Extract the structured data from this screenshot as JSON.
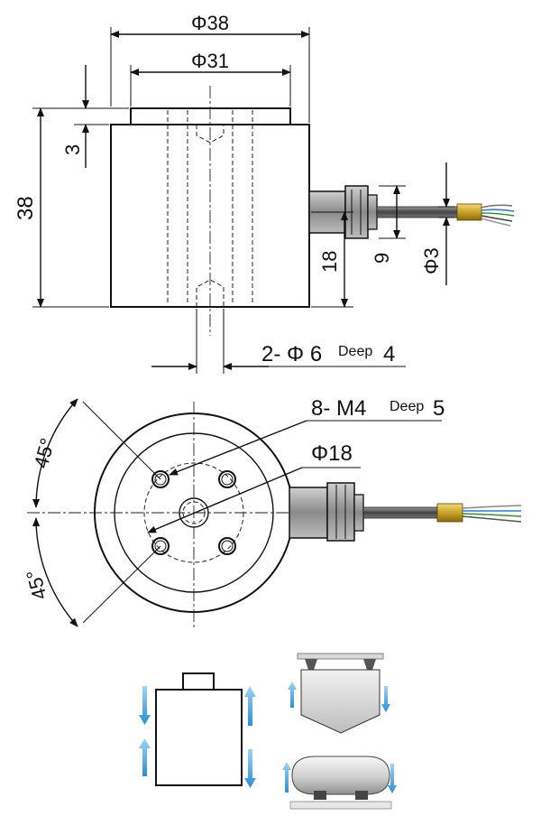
{
  "side_view": {
    "outer_diameter": "Φ38",
    "top_diameter": "Φ31",
    "top_step": "3",
    "height": "38",
    "connector_height": "18",
    "gland_size": "9",
    "cable_diameter": "Φ3",
    "bottom_hole_prefix": "2- Φ 6",
    "bottom_hole_deep": "Deep",
    "bottom_hole_depth": "4"
  },
  "top_view": {
    "thread_prefix": "8- M4",
    "thread_deep": "Deep",
    "thread_depth": "5",
    "pitch_circle": "Φ18",
    "angle_upper": "45°",
    "angle_lower": "45°"
  },
  "colors": {
    "line": "#111111",
    "arrow_blue": "#3aa0e0",
    "gland_gray": "#8a8a8a",
    "cable": "#555555",
    "brass": "#c9a227"
  }
}
